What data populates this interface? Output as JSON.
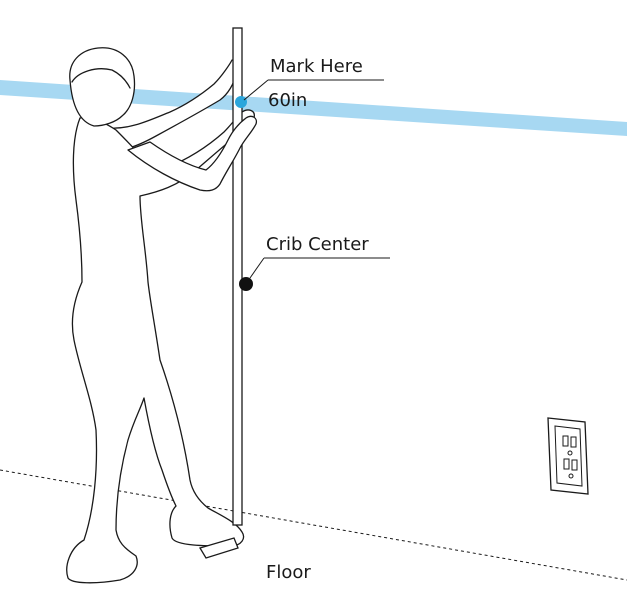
{
  "labels": {
    "mark_here": "Mark Here",
    "height": "60in",
    "crib_center": "Crib Center",
    "floor": "Floor"
  },
  "colors": {
    "laser_line": "#a7d8f2",
    "mark_dot": "#2aa6dc",
    "center_dot": "#111111",
    "line": "#1a1a1a"
  },
  "icons": [
    "wall-outlet-icon",
    "person-figure"
  ]
}
